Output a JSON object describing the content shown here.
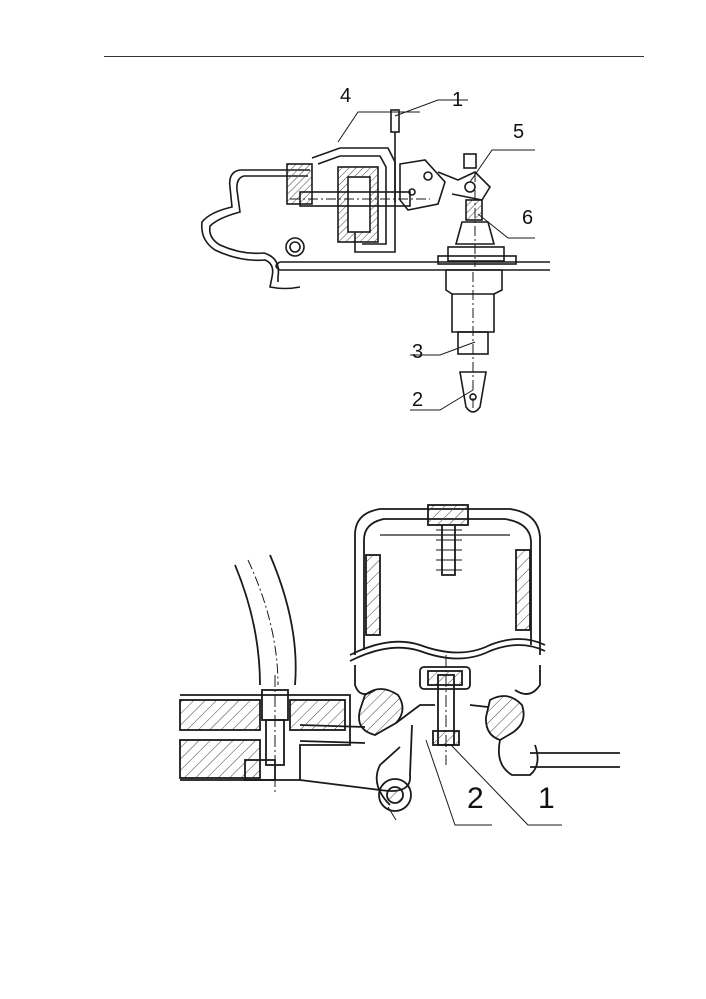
{
  "figures": [
    {
      "labels": [
        "4",
        "1",
        "5",
        "6",
        "3",
        "2"
      ]
    },
    {
      "labels": [
        "2",
        "1"
      ]
    }
  ],
  "colors": {
    "ink": "#1a1a1a",
    "paper": "#ffffff",
    "hatch": "#444444"
  }
}
